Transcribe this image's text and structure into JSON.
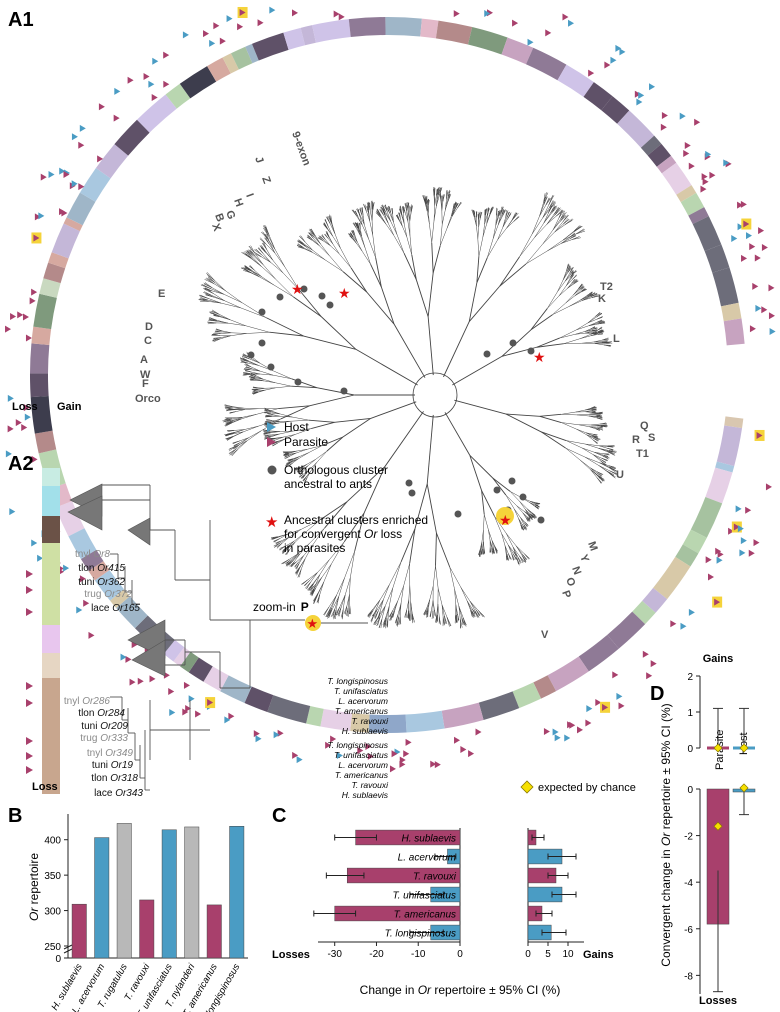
{
  "panels": {
    "a1": "A1",
    "a2": "A2",
    "b": "B",
    "c": "C",
    "d": "D"
  },
  "colors": {
    "host": "#4a9cc4",
    "parasite": "#a8406c",
    "gray_bar": "#b8b8b8",
    "expected": "#f6e000",
    "orthologous": "#555555",
    "enriched": "#e01010",
    "highlight": "#f5d33a"
  },
  "tree_a1": {
    "ring_labels": {
      "loss": "Loss",
      "gain": "Gain"
    },
    "clade_labels": [
      "9-exon",
      "J",
      "Z",
      "I",
      "H",
      "G",
      "B",
      "X",
      "E",
      "D",
      "C",
      "A",
      "W",
      "F",
      "Orco",
      "T2",
      "K",
      "L",
      "Q",
      "S",
      "R",
      "T1",
      "U",
      "M",
      "Y",
      "N",
      "O",
      "P",
      "V"
    ],
    "legend": {
      "host": "Host",
      "parasite": "Parasite",
      "orthologous": "Orthologous cluster ancestral to ants",
      "orthologous_lines": [
        "Orthologous cluster",
        "ancestral to ants"
      ],
      "enriched_lines": [
        "Ancestral clusters enriched",
        "for convergent ",
        "Or",
        " loss",
        "in parasites"
      ],
      "species_stack": [
        "T. longispinosus",
        "T. unifasciatus",
        "L. acervorum",
        "T. americanus",
        "T. ravouxi",
        "H. sublaevis"
      ]
    }
  },
  "tree_a2": {
    "zoom_label": "zoom-in",
    "zoom_clade": "P",
    "upper_genes": [
      {
        "species": "tnyl",
        "gene": "Or8",
        "gray": true
      },
      {
        "species": "tlon",
        "gene": "Or415",
        "gray": false
      },
      {
        "species": "tuni",
        "gene": "Or362",
        "gray": false
      },
      {
        "species": "trug",
        "gene": "Or372",
        "gray": true
      },
      {
        "species": "lace",
        "gene": "Or165",
        "gray": false
      }
    ],
    "lower_genes": [
      {
        "species": "tnyl",
        "gene": "Or286",
        "gray": true
      },
      {
        "species": "tlon",
        "gene": "Or284",
        "gray": false
      },
      {
        "species": "tuni",
        "gene": "Or209",
        "gray": false
      },
      {
        "species": "trug",
        "gene": "Or333",
        "gray": true
      },
      {
        "species": "tnyl",
        "gene": "Or349",
        "gray": true
      },
      {
        "species": "tuni",
        "gene": "Or19",
        "gray": false
      },
      {
        "species": "tlon",
        "gene": "Or318",
        "gray": false
      },
      {
        "species": "lace",
        "gene": "Or343",
        "gray": false
      }
    ],
    "strip_loss_label": "Loss"
  },
  "expected_label": "expected by chance",
  "chart_data": [
    {
      "id": "B",
      "type": "bar",
      "title": "",
      "xlabel": "",
      "ylabel_parts": [
        "Or",
        " repertoire"
      ],
      "categories": [
        "H. sublaevis",
        "L. acervorum",
        "T. rugatulus",
        "T. ravouxi",
        "T. unifasciatus",
        "T. nylanderi",
        "T. americanus",
        "T. longispinosus"
      ],
      "values": [
        309,
        403,
        423,
        315,
        414,
        418,
        308,
        419
      ],
      "group": [
        "parasite",
        "host",
        "other",
        "parasite",
        "host",
        "other",
        "parasite",
        "host"
      ],
      "yticks": [
        0,
        250,
        300,
        350,
        400
      ],
      "ylim": [
        250,
        425
      ],
      "axis_break": true
    },
    {
      "id": "C",
      "type": "bar",
      "orientation": "horizontal",
      "xlabel_parts": [
        "Change in ",
        "Or",
        " repertoire ± 95% CI (%)"
      ],
      "loss_label": "Losses",
      "gain_label": "Gains",
      "categories": [
        "H. sublaevis",
        "L. acervorum",
        "T. ravouxi",
        "T. unifasciatus",
        "T. americanus",
        "T. longispinosus"
      ],
      "group": [
        "parasite",
        "host",
        "parasite",
        "host",
        "parasite",
        "host"
      ],
      "losses": [
        -25,
        -3,
        -27,
        -7,
        -30,
        -7
      ],
      "losses_ci": [
        [
          -30,
          -20
        ],
        [
          -6,
          -1
        ],
        [
          -32,
          -23
        ],
        [
          -12,
          -4
        ],
        [
          -35,
          -25
        ],
        [
          -12,
          -4
        ]
      ],
      "gains": [
        2,
        8.5,
        7,
        8.5,
        3.5,
        5.8
      ],
      "gains_ci": [
        [
          1,
          4
        ],
        [
          5,
          12
        ],
        [
          5,
          10
        ],
        [
          6,
          12
        ],
        [
          2,
          6
        ],
        [
          3.5,
          9.5
        ]
      ],
      "loss_ticks": [
        -30,
        -20,
        -10,
        0
      ],
      "gain_ticks": [
        0,
        5,
        10
      ],
      "xlim_loss": [
        -34,
        0
      ],
      "xlim_gain": [
        0,
        14
      ]
    },
    {
      "id": "D",
      "type": "bar",
      "ylabel_parts": [
        "Convergent change in ",
        "Or",
        " repertoire ± 95% CI (%)"
      ],
      "categories": [
        "Parasite",
        "Host"
      ],
      "gains_label": "Gains",
      "losses_label": "Losses",
      "gains": {
        "values": [
          0,
          0
        ],
        "ci": [
          [
            0,
            1.1
          ],
          [
            0,
            1.1
          ]
        ],
        "expected": [
          0,
          0
        ],
        "yticks": [
          0,
          1,
          2
        ],
        "ylim": [
          0,
          2
        ]
      },
      "losses": {
        "values": [
          -5.8,
          0
        ],
        "ci": [
          [
            -8.7,
            -3.5
          ],
          [
            -1.1,
            0
          ]
        ],
        "expected": [
          -1.6,
          0.05
        ],
        "yticks": [
          0,
          -2,
          -4,
          -6,
          -8
        ],
        "ylim": [
          -8.8,
          0
        ]
      }
    }
  ]
}
